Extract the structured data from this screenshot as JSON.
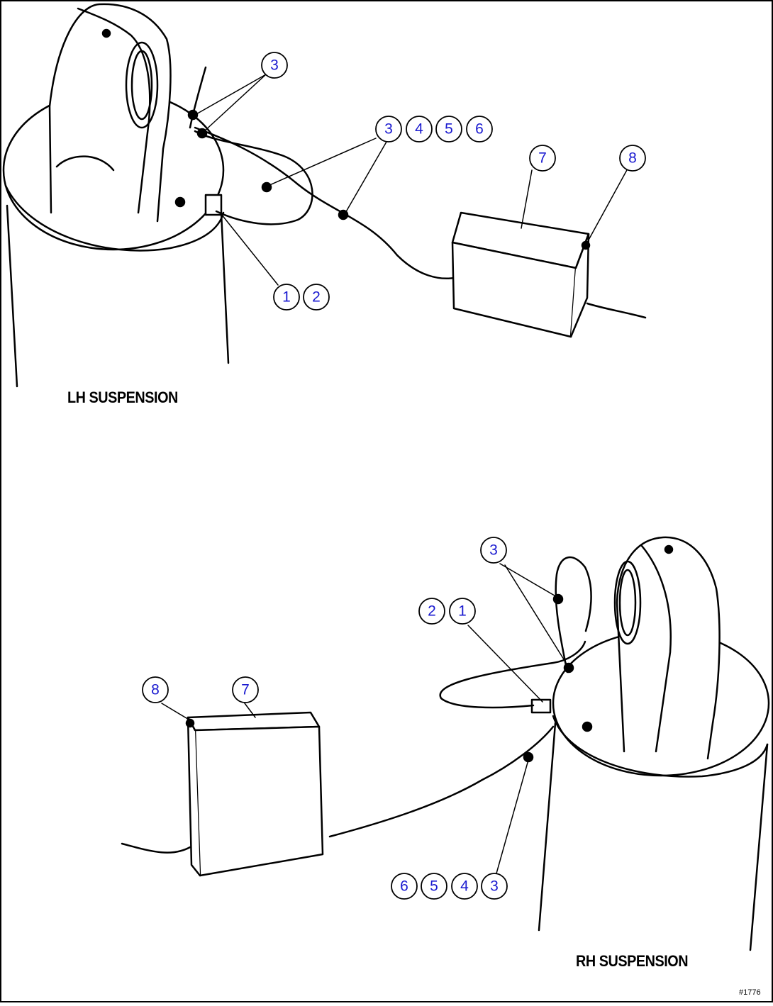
{
  "diagram": {
    "lh_caption": "LH SUSPENSION",
    "rh_caption": "RH SUSPENSION",
    "figure_id": "#1776",
    "callout_color": "#1a1ad0",
    "lh_callouts": [
      "3",
      "3",
      "4",
      "5",
      "6",
      "7",
      "8",
      "1",
      "2"
    ],
    "rh_callouts": [
      "3",
      "2",
      "1",
      "8",
      "7",
      "6",
      "5",
      "4",
      "3"
    ]
  }
}
